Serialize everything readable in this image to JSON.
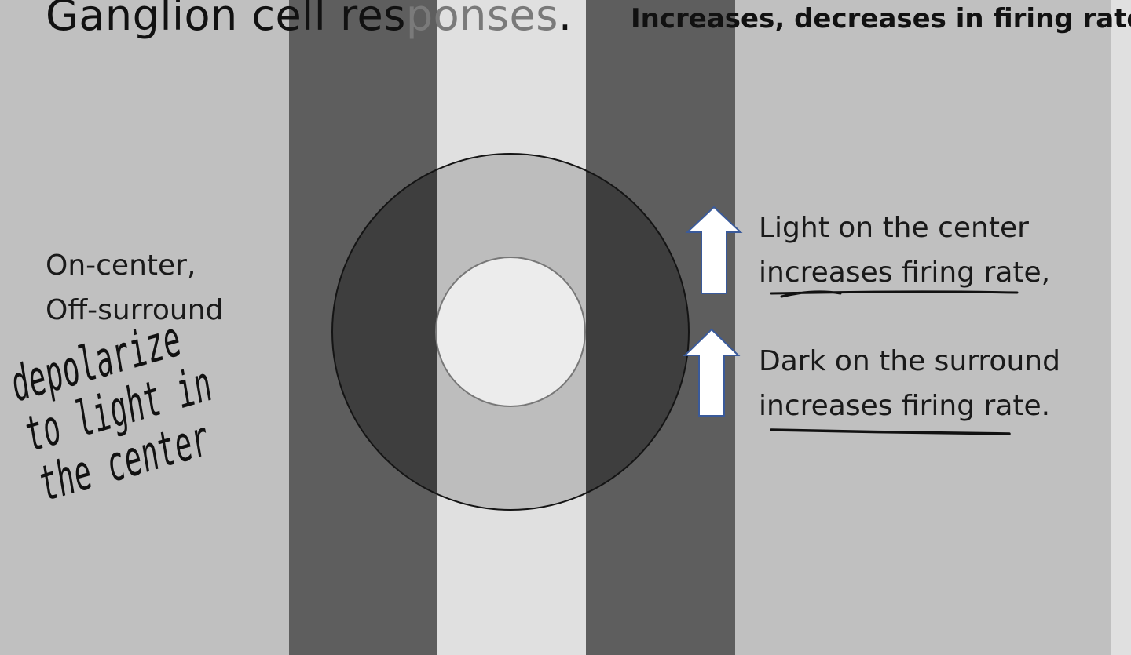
{
  "slide": {
    "title_dark": "Ganglion cell res",
    "title_light": "ponses",
    "title_end": ".",
    "subtitle": "Increases, decreases in firing rate",
    "cell_type": [
      "On-center,",
      "Off-surround"
    ],
    "center_effect": [
      "Light on the center",
      "increases firing rate,"
    ],
    "surround_effect": [
      "Dark on the surround",
      "increases firing rate."
    ],
    "handwritten_note": [
      "depolarize",
      "to light in",
      "the center"
    ]
  },
  "colors": {
    "background": "#c0c0c0",
    "dark_stripe": "#5e5e5e",
    "light_stripe": "#e0e0e0",
    "surround_ring": "#bdbdbd",
    "center_circle": "#ececec",
    "arrow_fill": "#ffffff",
    "arrow_outline": "#3a5a9a"
  }
}
